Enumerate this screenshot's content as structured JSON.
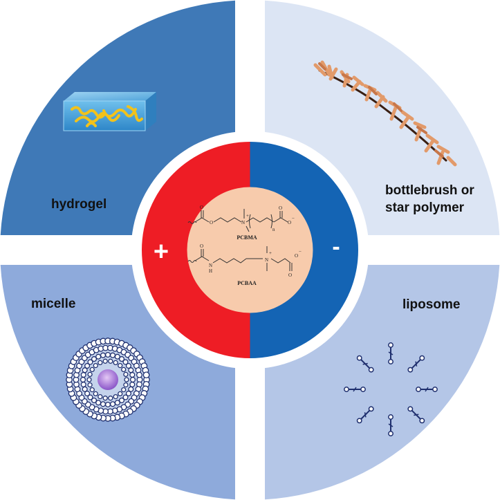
{
  "quadrants": {
    "top_left": {
      "label": "hydrogel",
      "color": "#3F79B7"
    },
    "top_right": {
      "label_line1": "bottlebrush or",
      "label_line2": "star polymer",
      "color": "#DCE5F4"
    },
    "bottom_left": {
      "label": "micelle",
      "color": "#8EAADB"
    },
    "bottom_right": {
      "label": "liposome",
      "color": "#B4C6E7"
    }
  },
  "center": {
    "positive_sign": "+",
    "negative_sign": "-",
    "positive_color": "#EE1D25",
    "negative_color": "#1464B4",
    "core_color": "#F7CBAC",
    "polymer_1": "PCBMA",
    "polymer_2": "PCBAA",
    "atoms": {
      "oxygen": "O",
      "nitrogen": "N",
      "nitrogen_h": "H",
      "plus": "+",
      "minus": "−",
      "repeat": "n"
    }
  }
}
